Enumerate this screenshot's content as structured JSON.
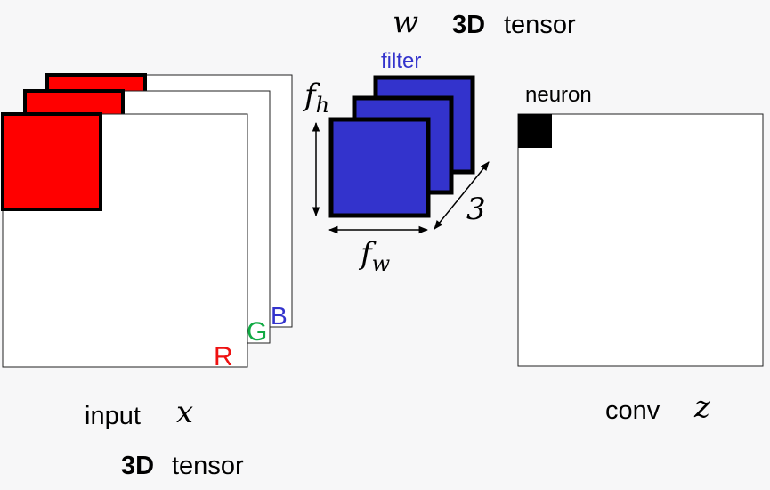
{
  "input": {
    "channels": [
      {
        "letter": "R",
        "color": "#ee1111"
      },
      {
        "letter": "G",
        "color": "#11aa44"
      },
      {
        "letter": "B",
        "color": "#3333cc"
      }
    ],
    "patch_color": "#ff0000",
    "caption_word": "input",
    "caption_var": "x",
    "tensor_bold": "3D",
    "tensor_word": "tensor"
  },
  "filter": {
    "var": "w",
    "tensor_bold": "3D",
    "tensor_word": "tensor",
    "label": "filter",
    "label_color": "#3333cc",
    "fill_color": "#3333cc",
    "height_base": "f",
    "height_sub": "h",
    "width_base": "f",
    "width_sub": "w",
    "depth": "3"
  },
  "output": {
    "neuron_label": "neuron",
    "neuron_color": "#000000",
    "caption_word": "conv",
    "caption_var": "z"
  }
}
